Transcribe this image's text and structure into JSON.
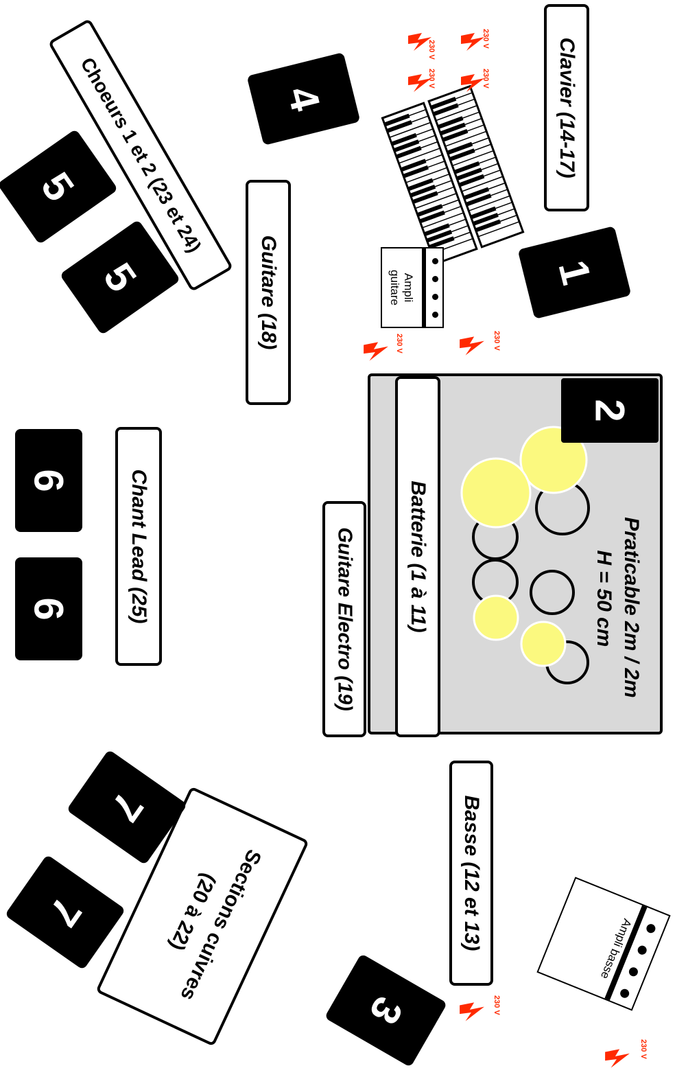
{
  "labels": {
    "clavier": "Clavier (14-17)",
    "choeurs": "Choeurs 1 et 2 (23 et 24)",
    "guitare": "Guitare (18)",
    "chant_lead": "Chant Lead (25)",
    "batterie": "Batterie (1 à 11)",
    "guitare_electro": "Guitare Electro (19)",
    "basse": "Basse (12 et 13)",
    "sections_cuivres_line1": "Sections cuivres",
    "sections_cuivres_line2": "(20 à 22)",
    "praticable_line1": "Praticable 2m / 2m",
    "praticable_line2": "H = 50 cm"
  },
  "amps": {
    "guitare_line1": "Ampli",
    "guitare_line2": "guitare",
    "basse": "Ampli basse"
  },
  "monitors": {
    "m1": "1",
    "m2": "2",
    "m3": "3",
    "m4": "4",
    "m5a": "5",
    "m5b": "5",
    "m6a": "6",
    "m6b": "6",
    "m7a": "7",
    "m7b": "7"
  },
  "power": {
    "label": "230 V"
  },
  "colors": {
    "voltage": "#ff2a00",
    "riser": "#d9d9d9",
    "cymbal": "#fbf97f",
    "monitor": "#000000"
  }
}
